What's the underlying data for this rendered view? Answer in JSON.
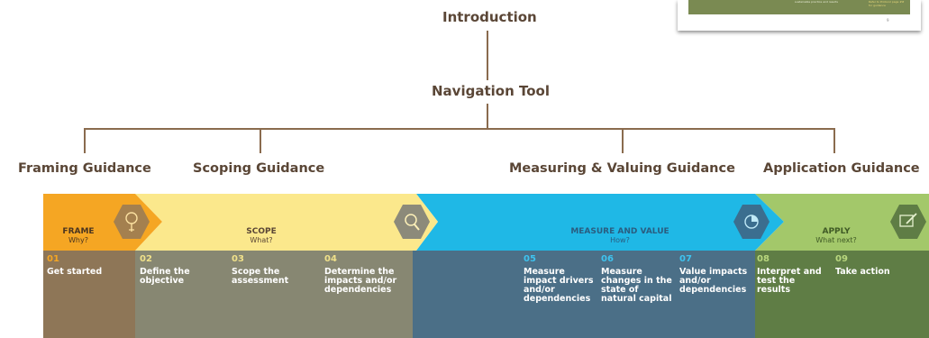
{
  "tree": {
    "root": "Introduction",
    "level2": "Navigation Tool",
    "guidance": [
      "Framing Guidance",
      "Scoping Guidance",
      "Measuring & Valuing Guidance",
      "Application Guidance"
    ]
  },
  "thumbnail": {
    "text_a": "sustainable practice and results",
    "text_b": "Refer to Protocol page ## for guidance",
    "page": "9"
  },
  "stages": [
    {
      "title": "FRAME",
      "subtitle": "Why?",
      "color": "#f5a623",
      "icon": "lightbulb-icon"
    },
    {
      "title": "SCOPE",
      "subtitle": "What?",
      "color": "#fbe88c",
      "icon": "magnifier-icon"
    },
    {
      "title": "MEASURE AND VALUE",
      "subtitle": "How?",
      "color": "#1fb8e6",
      "icon": "pie-chart-icon"
    },
    {
      "title": "APPLY",
      "subtitle": "What next?",
      "color": "#a3c86a",
      "icon": "pencil-icon"
    }
  ],
  "steps": [
    {
      "num": "01",
      "label": "Get started"
    },
    {
      "num": "02",
      "label": "Define the objective"
    },
    {
      "num": "03",
      "label": "Scope the assessment"
    },
    {
      "num": "04",
      "label": "Determine the impacts and/or dependencies"
    },
    {
      "num": "05",
      "label": "Measure impact drivers and/or dependencies"
    },
    {
      "num": "06",
      "label": "Measure changes in the state of natural capital"
    },
    {
      "num": "07",
      "label": "Value impacts and/or dependencies"
    },
    {
      "num": "08",
      "label": "Interpret and test the results"
    },
    {
      "num": "09",
      "label": "Take action"
    }
  ],
  "colors": {
    "frame_col": "#8e7657",
    "scope_col": "#878772",
    "measure_col": "#4b6f87",
    "apply_col": "#5f7d45",
    "frame_num": "#f5a623",
    "scope_num": "#f0e18a",
    "measure_num": "#3ec3ef",
    "apply_num": "#b9d77e"
  }
}
